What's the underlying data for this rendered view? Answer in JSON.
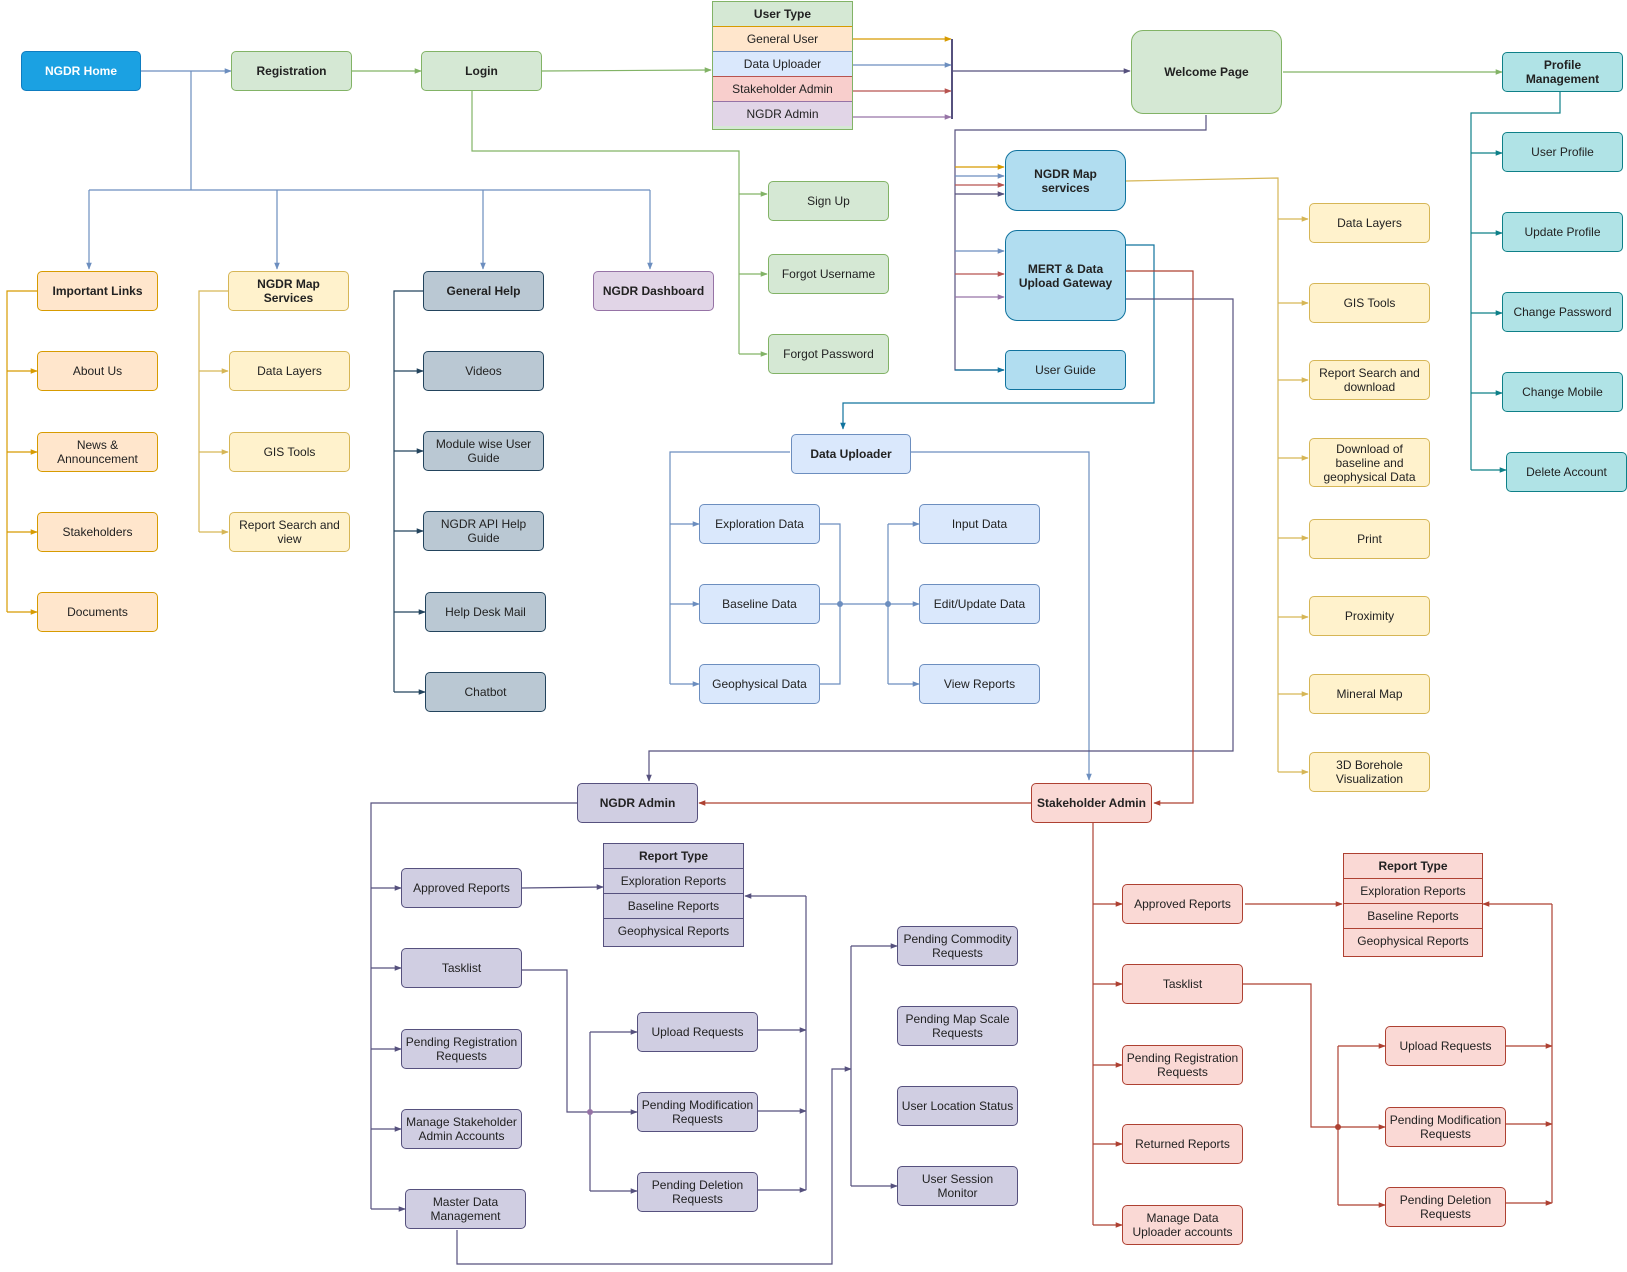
{
  "nodes": {
    "ngdr_home": "NGDR Home",
    "registration": "Registration",
    "login": "Login",
    "welcome_page": "Welcome Page",
    "profile_management": "Profile Management",
    "user_profile": "User Profile",
    "update_profile": "Update Profile",
    "change_password": "Change Password",
    "change_mobile": "Change Mobile",
    "delete_account": "Delete Account",
    "sign_up": "Sign Up",
    "forgot_username": "Forgot Username",
    "forgot_password": "Forgot Password",
    "ngdr_map_services_main": "NGDR Map services",
    "mert_gateway": "MERT & Data Upload Gateway",
    "user_guide": "User Guide",
    "map_data_layers": "Data Layers",
    "map_gis_tools": "GIS Tools",
    "map_report_search_download": "Report Search and download",
    "map_download_baseline": "Download of baseline and geophysical Data",
    "map_print": "Print",
    "map_proximity": "Proximity",
    "map_mineral_map": "Mineral Map",
    "map_3d_borehole": "3D Borehole Visualization",
    "important_links": "Important Links",
    "about_us": "About Us",
    "news": "News & Announcement",
    "stakeholders": "Stakeholders",
    "documents": "Documents",
    "pub_map_services": "NGDR Map Services",
    "pub_data_layers": "Data Layers",
    "pub_gis_tools": "GIS Tools",
    "pub_report_search_view": "Report Search and view",
    "general_help": "General Help",
    "videos": "Videos",
    "module_user_guide": "Module wise User Guide",
    "api_help_guide": "NGDR API Help Guide",
    "help_desk_mail": "Help Desk Mail",
    "chatbot": "Chatbot",
    "ngdr_dashboard": "NGDR Dashboard",
    "data_uploader": "Data Uploader",
    "exploration_data": "Exploration Data",
    "baseline_data": "Baseline Data",
    "geophysical_data": "Geophysical Data",
    "input_data": "Input Data",
    "edit_update_data": "Edit/Update Data",
    "view_reports": "View Reports",
    "ngdr_admin": "NGDR Admin",
    "stakeholder_admin": "Stakeholder Admin",
    "na_approved_reports": "Approved Reports",
    "na_tasklist": "Tasklist",
    "na_pending_registration": "Pending Registration Requests",
    "na_manage_stakeholder": "Manage Stakeholder Admin Accounts",
    "na_master_data": "Master Data Management",
    "na_upload_requests": "Upload Requests",
    "na_pending_modification": "Pending Modification Requests",
    "na_pending_deletion": "Pending Deletion Requests",
    "na_pending_commodity": "Pending Commodity Requests",
    "na_pending_map_scale": "Pending Map Scale Requests",
    "na_user_location": "User Location Status",
    "na_user_session": "User Session Monitor",
    "sa_approved_reports": "Approved Reports",
    "sa_tasklist": "Tasklist",
    "sa_pending_registration": "Pending Registration Requests",
    "sa_returned_reports": "Returned Reports",
    "sa_manage_data_uploader": "Manage Data Uploader accounts",
    "sa_upload_requests": "Upload Requests",
    "sa_pending_modification": "Pending Modification Requests",
    "sa_pending_deletion": "Pending Deletion Requests"
  },
  "tables": {
    "user_type": {
      "header": "User Type",
      "rows": [
        "General User",
        "Data Uploader",
        "Stakeholder Admin",
        "NGDR Admin"
      ]
    },
    "na_report_type": {
      "header": "Report Type",
      "rows": [
        "Exploration Reports",
        "Baseline Reports",
        "Geophysical Reports"
      ]
    },
    "sa_report_type": {
      "header": "Report Type",
      "rows": [
        "Exploration Reports",
        "Baseline Reports",
        "Geophysical Reports"
      ]
    }
  },
  "colors": {
    "home_blue": "#1ba1e2",
    "green_line": "#82b366",
    "orange_line": "#d79b00",
    "yellow_line": "#d6b656",
    "slate_line": "#23445d",
    "blue_line": "#6c8ebf",
    "teal_line": "#0e8088",
    "sky_line": "#10739e",
    "red_line": "#ae4132",
    "purple_line": "#56517e",
    "violet_line": "#9673a6"
  }
}
